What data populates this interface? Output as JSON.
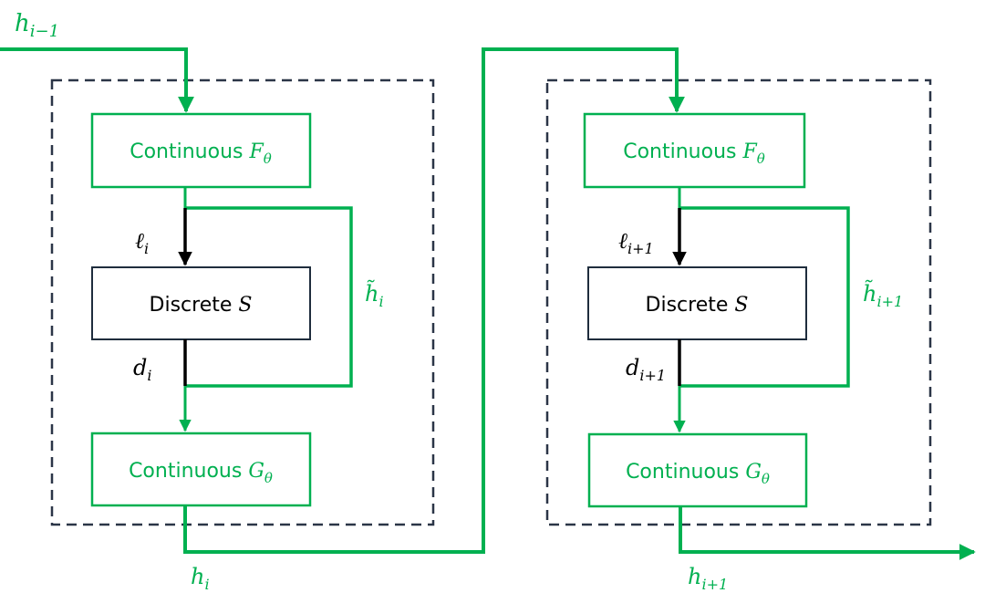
{
  "colors": {
    "green": "#00b050",
    "navy": "#1f2d3d",
    "black": "#000000",
    "dash": "#2b3547"
  },
  "blocks": [
    {
      "id": "block-i",
      "f_box": {
        "label": "Continuous ",
        "symbol": "F",
        "subscript": "θ"
      },
      "s_box": {
        "label": "Discrete ",
        "symbol": "S"
      },
      "g_box": {
        "label": "Continuous ",
        "symbol": "G",
        "subscript": "θ"
      },
      "l_label": {
        "symbol": "ℓ",
        "subscript": "i"
      },
      "d_label": {
        "symbol": "d",
        "subscript": "i"
      },
      "bypass_label": {
        "symbol": "h̃",
        "subscript": "i"
      },
      "input_label": {
        "symbol": "h",
        "subscript": "i−1"
      },
      "output_label": {
        "symbol": "h",
        "subscript": "i"
      }
    },
    {
      "id": "block-i-plus-1",
      "f_box": {
        "label": "Continuous ",
        "symbol": "F",
        "subscript": "θ"
      },
      "s_box": {
        "label": "Discrete ",
        "symbol": "S"
      },
      "g_box": {
        "label": "Continuous ",
        "symbol": "G",
        "subscript": "θ"
      },
      "l_label": {
        "symbol": "ℓ",
        "subscript": "i+1"
      },
      "d_label": {
        "symbol": "d",
        "subscript": "i+1"
      },
      "bypass_label": {
        "symbol": "h̃",
        "subscript": "i+1"
      },
      "output_label": {
        "symbol": "h",
        "subscript": "i+1"
      }
    }
  ]
}
